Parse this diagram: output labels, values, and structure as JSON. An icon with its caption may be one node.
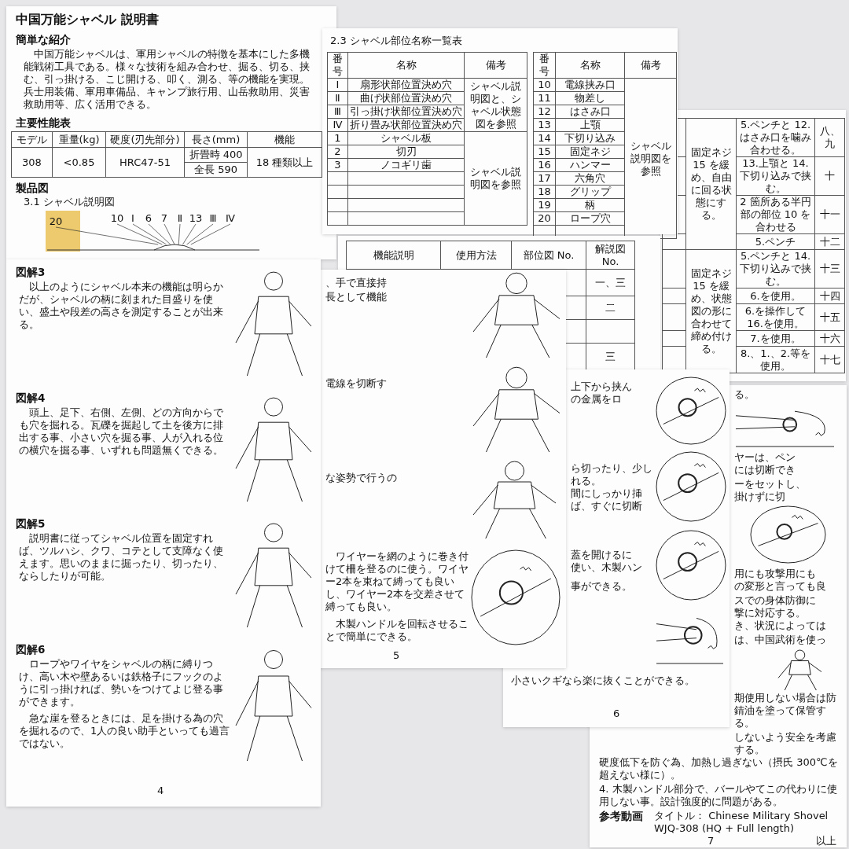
{
  "diagram": {
    "nodes": [
      {
        "text": [
          "20"
        ]
      },
      {
        "text": [
          "10"
        ]
      },
      {
        "text": [
          "Ⅰ"
        ]
      },
      {
        "text": [
          "6"
        ]
      },
      {
        "text": [
          "7"
        ]
      },
      {
        "text": [
          "Ⅱ"
        ]
      },
      {
        "text": [
          "13"
        ]
      },
      {
        "text": [
          "Ⅲ"
        ]
      },
      {
        "text": [
          "Ⅳ"
        ]
      },
      {
        "text": [],
        "shape": "picture"
      }
    ],
    "edges": [
      {
        "from": 0,
        "to": 9,
        "arrow": "none"
      },
      {
        "from": 1,
        "to": 9,
        "arrow": "none"
      },
      {
        "from": 2,
        "to": 9,
        "arrow": "none"
      },
      {
        "from": 3,
        "to": 9,
        "arrow": "none"
      },
      {
        "from": 4,
        "to": 9,
        "arrow": "none"
      },
      {
        "from": 5,
        "to": 9,
        "arrow": "none"
      },
      {
        "from": 6,
        "to": 9,
        "arrow": "none"
      },
      {
        "from": 7,
        "to": 9,
        "arrow": "none"
      },
      {
        "from": 8,
        "to": 9,
        "arrow": "none"
      }
    ],
    "labels": [
      "中国万能シャベル 説明書",
      "簡単な紹介",
      "中国万能シャベルは、軍用シャベルの特徴を基本にした多機能戦術工具である。様々な技術を組み合わせ、掘る、切る、挟む、引っ掛ける、こじ開ける、叩く、測る、等の機能を実現。兵士用装備、軍用車備品、キャンプ旅行用、山岳救助用、災害救助用等、広く活用できる。",
      "主要性能表",
      "モデル",
      "重量(kg)",
      "硬度(刃先部分)",
      "長さ(mm)",
      "機能",
      "308",
      "<0.85",
      "HRC47-51",
      "折畳時 400",
      "18 種類以上",
      "全長 590",
      "製品図",
      "3.1 シャベル説明図",
      "2.3 シャベル部位名称一覧表",
      "番号",
      "名称",
      "備考",
      "Ⅰ",
      "扇形状部位置決め穴",
      "シャベル説明図と、シャベル状態図を参照",
      "Ⅱ",
      "曲げ状部位置決め穴",
      "Ⅲ",
      "引っ掛け状部位置決め穴",
      "Ⅳ",
      "折り畳み状部位置決め穴",
      "1",
      "シャベル板",
      "シャベル説明図を参照",
      "2",
      "切刃",
      "3",
      "ノコギリ歯",
      "番号",
      "名称",
      "備考",
      "10",
      "電線挟み口",
      "シャベル説明図を参照",
      "11",
      "物差し",
      "12",
      "はさみ口",
      "13",
      "上顎",
      "14",
      "下切り込み",
      "15",
      "固定ネジ",
      "16",
      "ハンマー",
      "17",
      "六角穴",
      "18",
      "グリップ",
      "19",
      "柄",
      "20",
      "ロープ穴",
      "固定ネジ 15 を緩め、自由に回る状態にする。",
      "5.ペンチと 12.はさみ口を噛み合わせる。",
      "八、九",
      "13.上顎と 14.下切り込みで挟む。",
      "十",
      "2 箇所ある半円部の部位 10 を合わせる",
      "十一",
      "5.ペンチ",
      "十二",
      "固定ネジ 15 を緩め、状態図の形に合わせて締め付ける。",
      "5.ペンチと 14.下切り込みで挟む。",
      "十三",
      "6.を使用。",
      "十四",
      "6.を操作して 16.を使用。",
      "十五",
      "7.を使用。",
      "十六",
      "8.、1.、2.等を使用。",
      "十七",
      "図解3",
      "以上のようにシャベル本来の機能は明らかだが、シャベルの柄に刻まれた目盛りを使い、盛土や段差の高さを測定することが出来る。",
      "図解4",
      "頭上、足下、右側、左側、どの方向からでも穴を掘れる。瓦礫を掘起して土を後方に排出する事、小さい穴を掘る事、人が入れる位の横穴を掘る事、いずれも問題無くできる。",
      "図解5",
      "説明書に従ってシャベル位置を固定すれば、ツルハシ、クワ、コテとして支障なく使えます。思いのままに掘ったり、切ったり、ならしたりが可能。",
      "図解6",
      "ロープやワイヤをシャベルの柄に縛りつけ、高い木や壁あるいは鉄格子にフックのように引っ掛ければ、勢いをつけてよじ登る事ができます。",
      "急な崖を登るときには、足を掛ける為の穴を掘れるので、1人の良い助手といっても過言ではない。",
      "4",
      "機能説明",
      "使用方法",
      "部位図 No.",
      "解説図 No.",
      "一、三",
      "二",
      "三",
      "、手で直接持",
      "長として機能",
      "電線を切断す",
      "な姿勢で行うの",
      "ワイヤーを網のように巻き付けて柵を登るのに使う。ワイヤー2本を束ねて縛っても良いし、ワイヤー2本を交差させて縛っても良い。",
      "木製ハンドルを回転させることで簡単にできる。",
      "5",
      "上下から挟ん",
      "の金属をロ",
      "ら切ったり、少し",
      "れる。",
      "間にしっかり挿",
      "ば、すぐに切断",
      "蓋を開けるに",
      "使い、木製ハン",
      "事ができる。",
      "小さいクギなら楽に抜くことができる。",
      "6",
      "る。",
      "ヤーは、ペン",
      "には切断でき",
      "ーをセットし、",
      "掛けずに切",
      "用にも攻撃用にも",
      "の変形と言っても良",
      "スでの身体防御に",
      "撃に対応する。",
      "き、状況によっては",
      "は、中国武術を使っ",
      "期使用しない場合は防錆油を塗って保管する。",
      "しないよう安全を考慮する。",
      "硬度低下を防ぐ為、加熱し過ぎない（摂氏 300℃を超えない様に）。",
      "4. 木製ハンドル部分で、バールやてこの代わりに使用しない事。設計強度的に問題がある。",
      "参考動画",
      "タイトル： Chinese Military Shovel WJQ-308 (HQ + Full length)",
      "以上",
      "7"
    ]
  }
}
